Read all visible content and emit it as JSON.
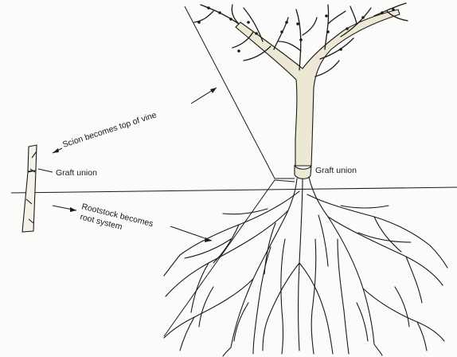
{
  "labels": {
    "scion": "Scion becomes top of vine",
    "graft_union_left": "Graft union",
    "graft_union_right": "Graft union",
    "rootstock_line1": "Rootstock becomes",
    "rootstock_line2": "root system"
  },
  "colors": {
    "ink": "#1a1a1a",
    "trunk_fill": "#ece8d4",
    "paper": "#fbfbf9"
  },
  "icons": {
    "cutting": "grafted-cutting-icon",
    "vine": "grapevine-illustration"
  }
}
